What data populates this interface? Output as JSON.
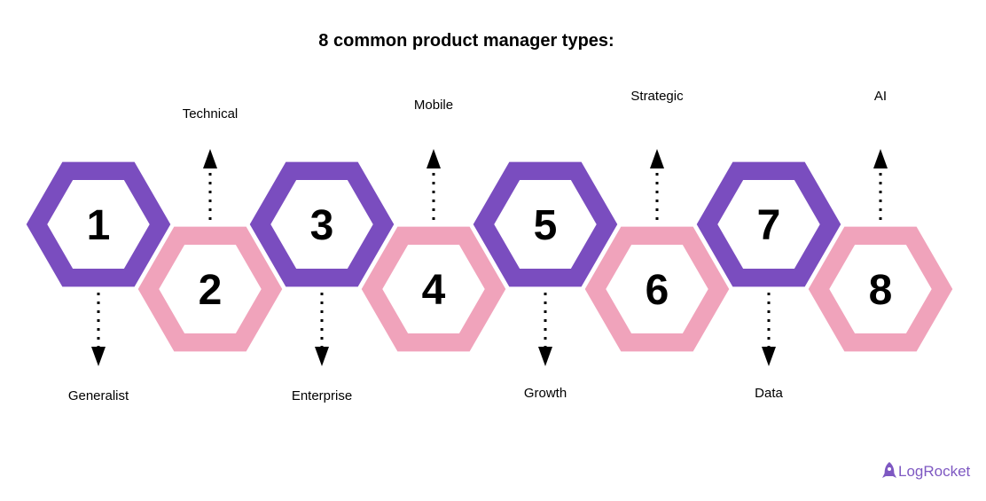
{
  "title": "8 common product manager types:",
  "colors": {
    "odd_hexagon": "#7a4dbf",
    "even_hexagon": "#f0a3bb",
    "arrow": "#000000",
    "logo": "#7e58c2"
  },
  "steps": [
    {
      "number": "1",
      "label": "Generalist"
    },
    {
      "number": "2",
      "label": "Technical"
    },
    {
      "number": "3",
      "label": "Enterprise"
    },
    {
      "number": "4",
      "label": "Mobile"
    },
    {
      "number": "5",
      "label": "Growth"
    },
    {
      "number": "6",
      "label": "Strategic"
    },
    {
      "number": "7",
      "label": "Data"
    },
    {
      "number": "8",
      "label": "AI"
    }
  ],
  "logo": {
    "text": "LogRocket",
    "icon": "rocket-icon"
  }
}
